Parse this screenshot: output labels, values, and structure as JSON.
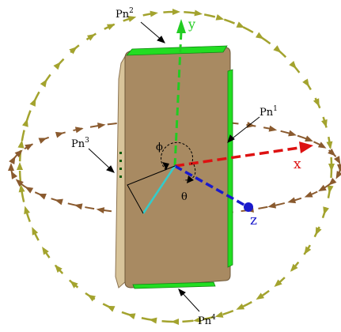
{
  "labels": {
    "pn1": "Pn",
    "pn1_sup": "1",
    "pn2": "Pn",
    "pn2_sup": "2",
    "pn3": "Pn",
    "pn3_sup": "3",
    "pn4": "Pn",
    "pn4_sup": "4",
    "phi": "ϕ",
    "theta": "θ"
  },
  "axes": {
    "x": "x",
    "y": "y",
    "z": "z"
  },
  "colors": {
    "x_axis": "#dd1111",
    "y_axis": "#22cc22",
    "z_axis": "#1a1acc",
    "projection": "#33cccc",
    "board": "#a88a62",
    "board_edge": "#d8c49a",
    "strip": "#22dd22",
    "horizontal_ring": "#8a5a2e",
    "vertical_ring": "#a3a32e"
  }
}
